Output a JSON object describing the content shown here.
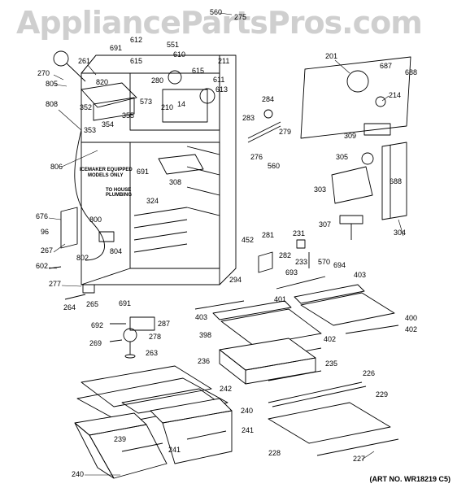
{
  "watermark": "AppliancePartsPros.com",
  "art_number": "(ART NO. WR18219 C5)",
  "notes": {
    "icemaker_line1": "ICEMAKER EQUIPPED",
    "icemaker_line2": "MODELS ONLY",
    "plumbing_line1": "TO HOUSE",
    "plumbing_line2": "PLUMBING"
  },
  "callouts": [
    "560",
    "275",
    "612",
    "551",
    "691",
    "615",
    "610",
    "261",
    "270",
    "805",
    "820",
    "280",
    "615",
    "211",
    "611",
    "613",
    "14",
    "573",
    "210",
    "808",
    "352",
    "355",
    "354",
    "353",
    "806",
    "691",
    "308",
    "324",
    "201",
    "687",
    "688",
    "214",
    "284",
    "283",
    "279",
    "276",
    "560",
    "309",
    "305",
    "303",
    "688",
    "307",
    "304",
    "676",
    "96",
    "267",
    "602",
    "800",
    "804",
    "802",
    "277",
    "264",
    "265",
    "452",
    "281",
    "231",
    "282",
    "693",
    "233",
    "570",
    "694",
    "403",
    "294",
    "691",
    "287",
    "692",
    "278",
    "269",
    "263",
    "401",
    "400",
    "402",
    "403",
    "398",
    "402",
    "236",
    "235",
    "226",
    "242",
    "229",
    "240",
    "241",
    "239",
    "241",
    "240",
    "228",
    "227"
  ]
}
